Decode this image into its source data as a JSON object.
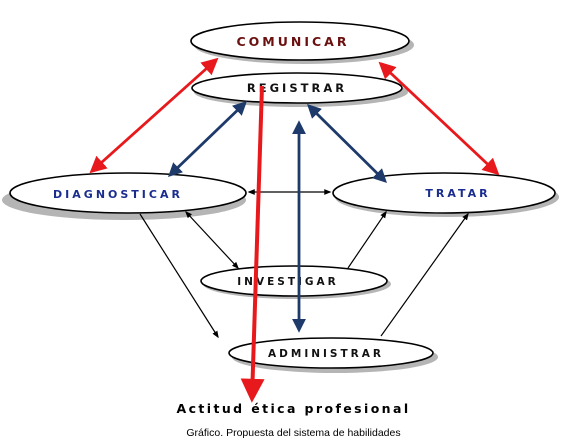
{
  "diagram": {
    "nodes": {
      "comunicar": "COMUNICAR",
      "registrar": "REGISTRAR",
      "diagnosticar": "DIAGNOSTICAR",
      "tratar": "TRATAR",
      "investigar": "INVESTIGAR",
      "administrar": "ADMINISTRAR"
    },
    "node_colors": {
      "comunicar": "#6b1010",
      "registrar": "#111111",
      "diagnosticar": "#1a2d8f",
      "tratar": "#1a2d8f",
      "investigar": "#111111",
      "administrar": "#111111"
    },
    "arrow_colors": {
      "red": "#e8191c",
      "blue": "#1e3a6b",
      "black": "#000000"
    }
  },
  "footer": {
    "title": "Actitud ética profesional",
    "caption": "Gráfico. Propuesta del sistema de habilidades"
  }
}
